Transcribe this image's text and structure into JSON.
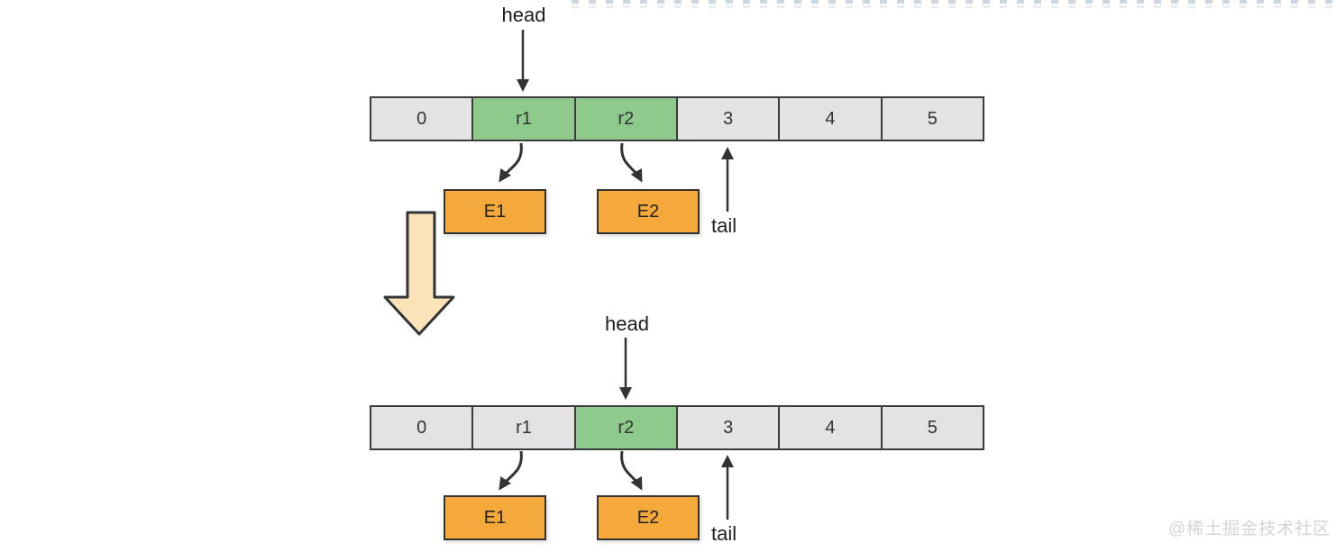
{
  "page": {
    "watermark": "@稀土掘金技术社区"
  },
  "colors": {
    "cell_fill": "#e3e3e3",
    "highlight_fill": "#8dca8b",
    "entry_fill": "#f6a93b",
    "transition_arrow_fill": "#fbe2b8",
    "line": "#333333"
  },
  "before": {
    "head_label": "head",
    "tail_label": "tail",
    "cells": [
      "0",
      "r1",
      "r2",
      "3",
      "4",
      "5"
    ],
    "highlighted_cells": [
      "r1",
      "r2"
    ],
    "entries": [
      "E1",
      "E2"
    ]
  },
  "after": {
    "head_label": "head",
    "tail_label": "tail",
    "cells": [
      "0",
      "r1",
      "r2",
      "3",
      "4",
      "5"
    ],
    "highlighted_cells": [
      "r2"
    ],
    "entries": [
      "E1",
      "E2"
    ]
  }
}
